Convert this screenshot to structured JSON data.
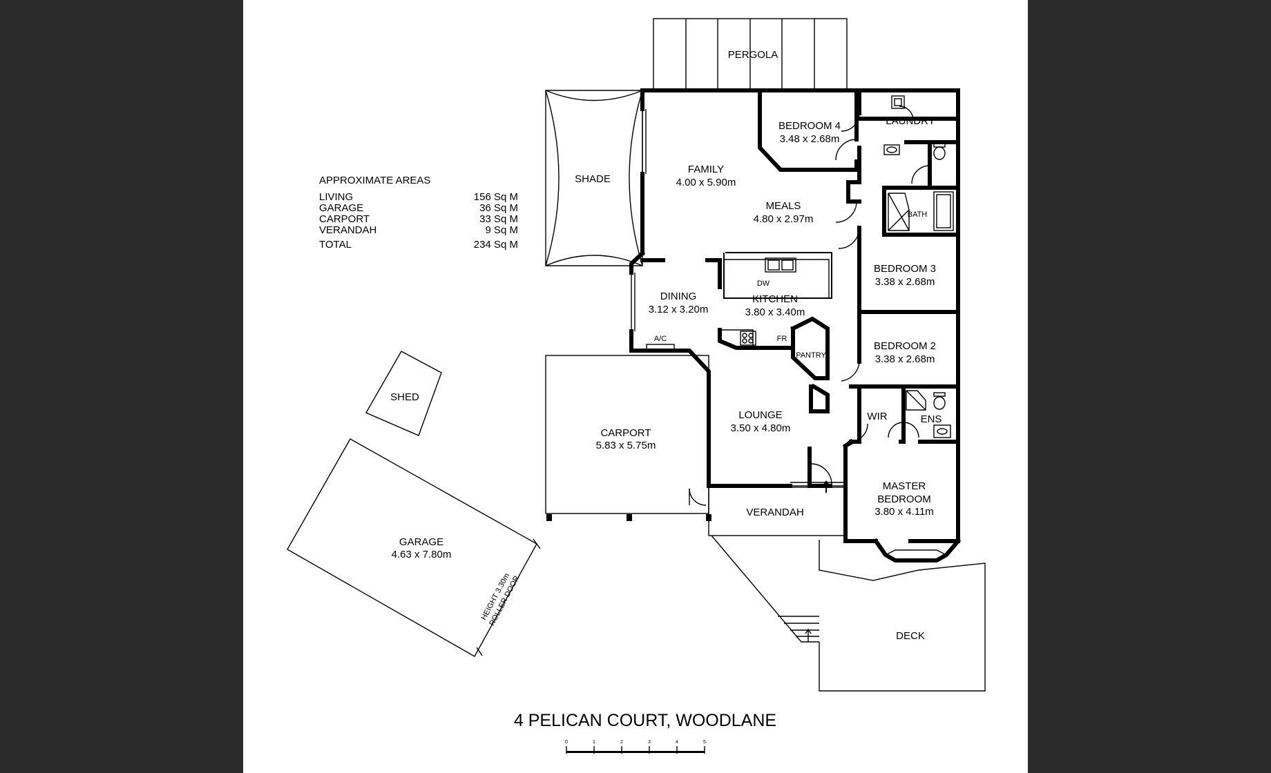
{
  "areas": {
    "heading": "APPROXIMATE AREAS",
    "rows": [
      {
        "label": "LIVING",
        "value": "156 Sq M"
      },
      {
        "label": "GARAGE",
        "value": "36 Sq M"
      },
      {
        "label": "CARPORT",
        "value": "33 Sq M"
      },
      {
        "label": "VERANDAH",
        "value": "9 Sq M"
      },
      {
        "label": "TOTAL",
        "value": "234 Sq M"
      }
    ]
  },
  "rooms": {
    "pergola": {
      "name": "PERGOLA"
    },
    "shade": {
      "name": "SHADE"
    },
    "family": {
      "name": "FAMILY",
      "size": "4.00 x 5.90m"
    },
    "meals": {
      "name": "MEALS",
      "size": "4.80 x 2.97m"
    },
    "bedroom4": {
      "name": "BEDROOM 4",
      "size": "3.48 x 2.68m"
    },
    "laundry": {
      "name": "LAUNDRY"
    },
    "bath": {
      "name": "BATH"
    },
    "bedroom3": {
      "name": "BEDROOM 3",
      "size": "3.38 x 2.68m"
    },
    "bedroom2": {
      "name": "BEDROOM 2",
      "size": "3.38 x 2.68m"
    },
    "dining": {
      "name": "DINING",
      "size": "3.12 x 3.20m"
    },
    "kitchen": {
      "name": "KITCHEN",
      "size": "3.80 x 3.40m"
    },
    "pantry": {
      "name": "PANTRY"
    },
    "lounge": {
      "name": "LOUNGE",
      "size": "3.50 x 4.80m"
    },
    "carport": {
      "name": "CARPORT",
      "size": "5.83 x 5.75m"
    },
    "wir": {
      "name": "WIR"
    },
    "ens": {
      "name": "ENS"
    },
    "master": {
      "name_line1": "MASTER",
      "name_line2": "BEDROOM",
      "size": "3.80 x 4.11m"
    },
    "verandah": {
      "name": "VERANDAH"
    },
    "deck": {
      "name": "DECK"
    },
    "shed": {
      "name": "SHED"
    },
    "garage": {
      "name": "GARAGE",
      "size": "4.63 x 7.80m"
    }
  },
  "fixtures": {
    "dw": "DW",
    "fr": "FR",
    "ac": "A/C",
    "roller_line1": "HEIGHT 3.30m",
    "roller_line2": "ROLLER DOOR"
  },
  "title": "4 PELICAN COURT, WOODLANE",
  "scale": {
    "ticks": [
      "0",
      "1",
      "2",
      "3",
      "4",
      "5"
    ]
  }
}
